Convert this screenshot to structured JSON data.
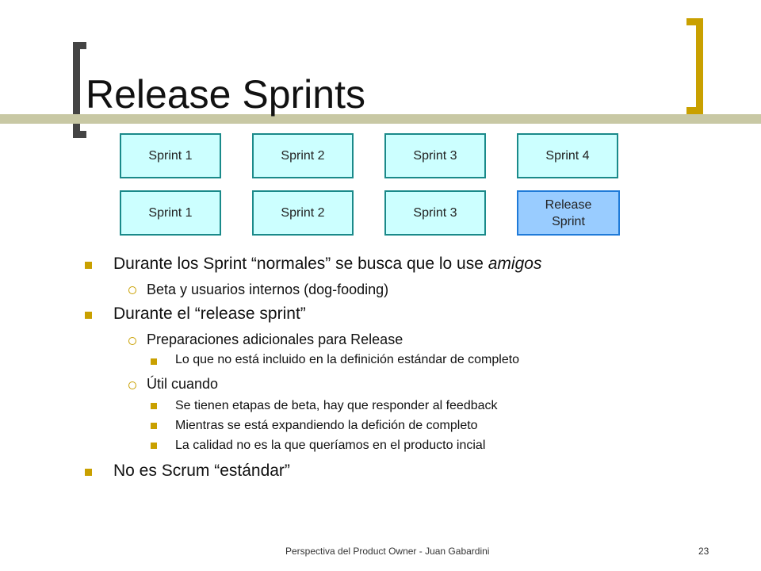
{
  "slide": {
    "title": "Release Sprints",
    "sprint_rows": [
      [
        "Sprint 1",
        "Sprint 2",
        "Sprint 3",
        "Sprint 4"
      ],
      [
        "Sprint 1",
        "Sprint 2",
        "Sprint 3",
        "Release Sprint"
      ]
    ],
    "bullets": {
      "b1": "Durante los Sprint “normales” se busca que lo use ",
      "b1_emph": "amigos",
      "b1_1": "Beta y usuarios internos (dog-fooding)",
      "b2": "Durante el “release sprint”",
      "b2_1": "Preparaciones adicionales para Release",
      "b2_1_1": "Lo que no está incluido en la definición estándar de completo",
      "b2_2": "Útil cuando",
      "b2_2_1": "Se tienen etapas de beta, hay que responder al feedback",
      "b2_2_2": "Mientras se está expandiendo la defición de completo",
      "b2_2_3": "La calidad no es la que queríamos en el producto incial",
      "b3": "No es Scrum “estándar”"
    },
    "footer": {
      "text": "Perspectiva del Product Owner - Juan Gabardini",
      "page_number": "23"
    }
  },
  "colors": {
    "accent_gold": "#c9a000",
    "sprint_box_fill": "#ccffff",
    "release_box_fill": "#99ccff"
  }
}
